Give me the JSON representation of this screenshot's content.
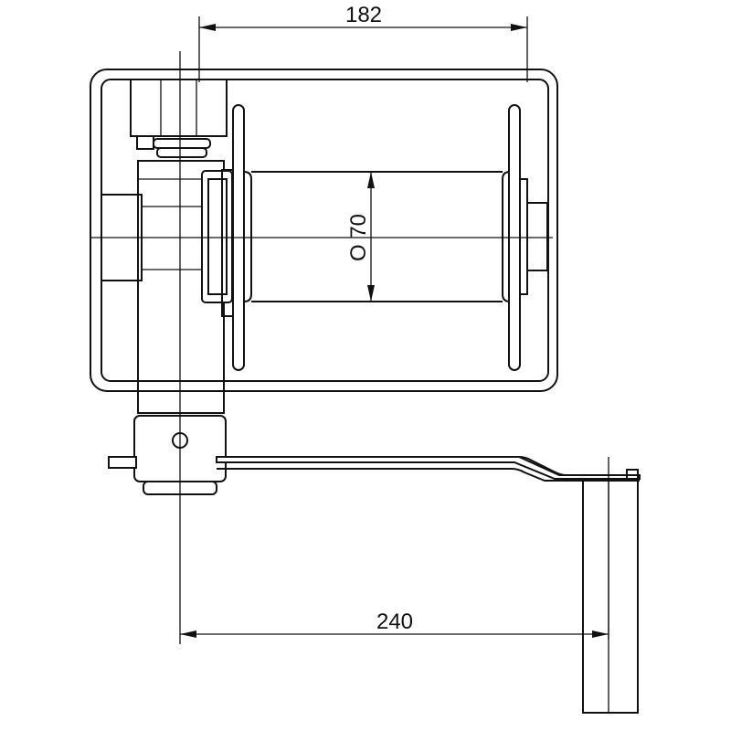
{
  "dimensions": {
    "top_width": "182",
    "drum_diameter": "O 70",
    "crank_length": "240"
  },
  "colors": {
    "line": "#111111",
    "background": "#ffffff"
  }
}
